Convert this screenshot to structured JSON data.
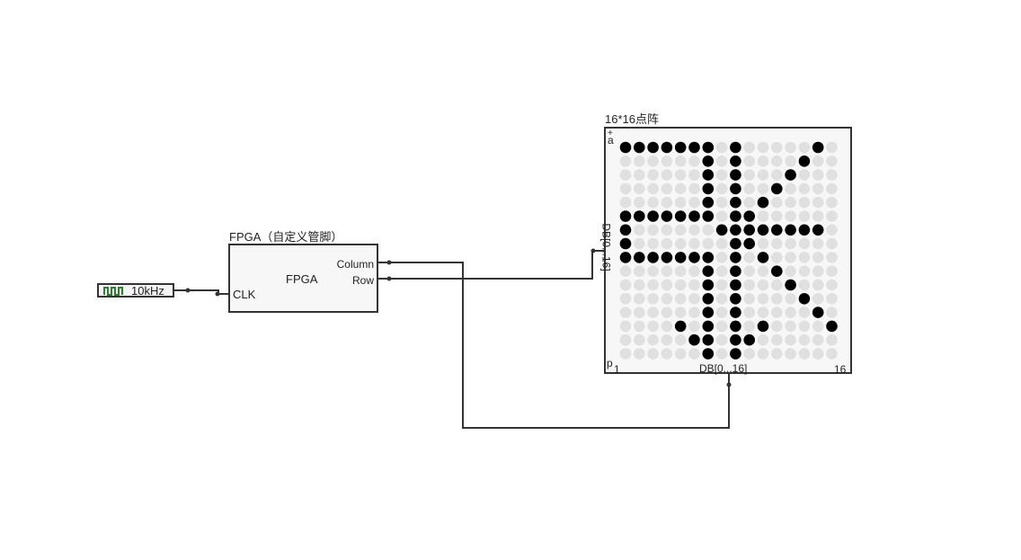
{
  "clock": {
    "label": "10kHz",
    "icon": "square-wave-icon",
    "color": "#2e7d32"
  },
  "fpga": {
    "title": "FPGA（自定义管脚）",
    "center_label": "FPGA",
    "pins": {
      "clk": "CLK",
      "column": "Column",
      "row": "Row"
    }
  },
  "matrix": {
    "title": "16*16点阵",
    "plus_marker": "+",
    "top_left_label": "a",
    "bottom_left_label": "p",
    "left_bus_label": "DB[0...16]",
    "bottom_bus_label": "DB[0...16]",
    "col_start": "1",
    "col_end": "16",
    "on_color": "#000000",
    "off_color": "#e0e0e0",
    "rows": [
      "1111111010000010",
      "0000001010000100",
      "0000001010001000",
      "0000001010010000",
      "0000001010100000",
      "1111111011000000",
      "1000000111111110",
      "1000000011000000",
      "1111111010100000",
      "0000001010010000",
      "0000001010001000",
      "0000001010000100",
      "0000001010000010",
      "0000101010100001",
      "0000011011000000",
      "0000001010000000"
    ]
  },
  "wire_color": "#333333"
}
